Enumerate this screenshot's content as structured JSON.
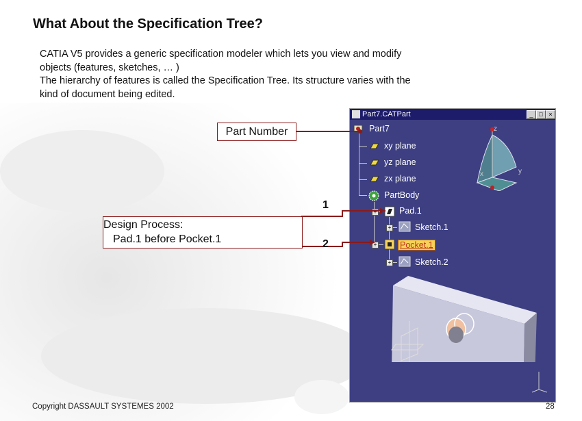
{
  "slide": {
    "title": "What About the Specification Tree?",
    "intro": [
      "CATIA V5 provides a generic specification modeler which lets you view and modify",
      "objects (features, sketches, … )",
      "The hierarchy of features is called the Specification Tree. Its structure varies with the",
      "kind of document being edited."
    ],
    "callouts": {
      "part_number": "Part Number",
      "design_process_line1": "Design Process:",
      "design_process_line2": "Pad.1 before Pocket.1",
      "step1": "1",
      "step2": "2"
    },
    "footer": {
      "copyright": "Copyright DASSAULT SYSTEMES 2002",
      "page": "28"
    }
  },
  "window": {
    "title": "Part7.CATPart",
    "buttons": {
      "minimize": "_",
      "maximize": "□",
      "close": "×"
    },
    "tree": [
      {
        "label": "Part7",
        "icon": "part-icon"
      },
      {
        "label": "xy plane",
        "icon": "plane-icon"
      },
      {
        "label": "yz plane",
        "icon": "plane-icon"
      },
      {
        "label": "zx plane",
        "icon": "plane-icon"
      },
      {
        "label": "PartBody",
        "icon": "body-gear-icon"
      },
      {
        "label": "Pad.1",
        "icon": "pad-icon"
      },
      {
        "label": "Sketch.1",
        "icon": "sketch-icon"
      },
      {
        "label": "Pocket.1",
        "icon": "pocket-icon",
        "selected": true
      },
      {
        "label": "Sketch.2",
        "icon": "sketch-icon"
      }
    ],
    "axis_labels": {
      "z": "z",
      "x": "x",
      "y": "y"
    }
  },
  "colors": {
    "viewport": "#3d3f82",
    "callout_line": "#8b1a1a",
    "pocket_highlight": "#f7d25a"
  }
}
